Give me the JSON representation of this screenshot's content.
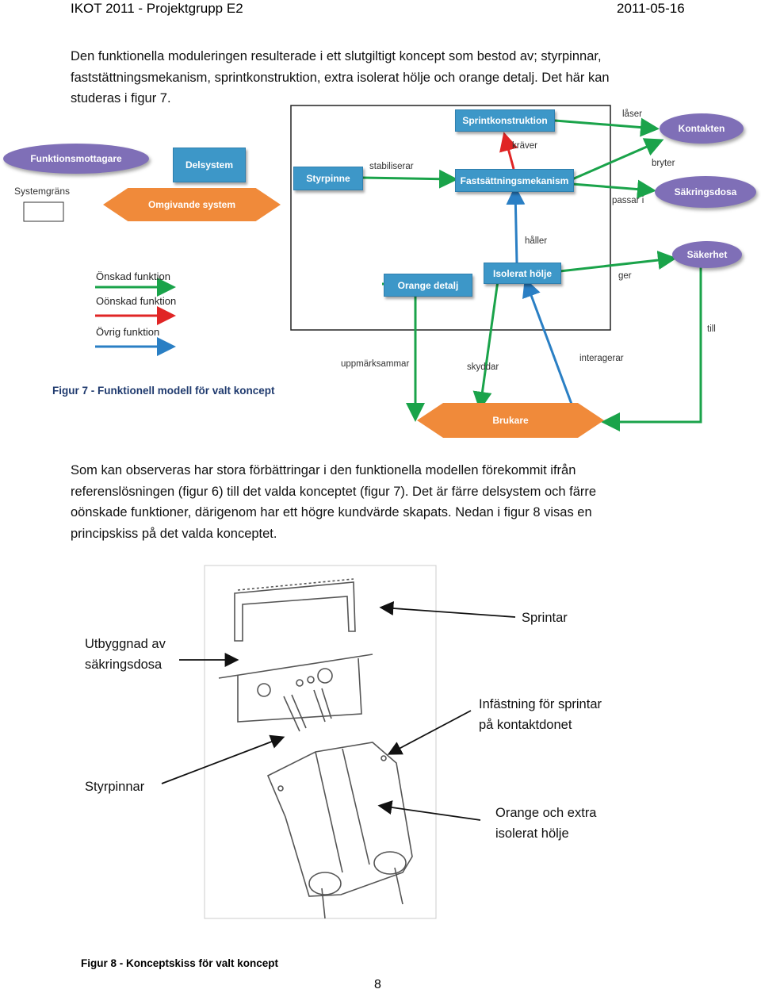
{
  "header": {
    "left": "IKOT 2011 - Projektgrupp E2",
    "right": "2011-05-16"
  },
  "intro": {
    "line1": "Den funktionella moduleringen resulterade i ett slutgiltigt koncept som bestod av; styrpinnar,",
    "line2": "faststättningsmekanism, sprintkonstruktion, extra isolerat hölje och orange detalj. Det här kan",
    "line3": "studeras i figur 7."
  },
  "diagram": {
    "legend_nodes": {
      "funktionsmottagare": "Funktionsmottagare",
      "delsystem": "Delsystem",
      "systemgrans": "Systemgräns",
      "omgivande": "Omgivande system"
    },
    "legend_arrows": {
      "onskad": "Önskad funktion",
      "oonskad": "Oönskad funktion",
      "ovrig": "Övrig funktion"
    },
    "nodes": {
      "sprintkonstruktion": "Sprintkonstruktion",
      "kontakten": "Kontakten",
      "styrpinne": "Styrpinne",
      "fastsattning": "Fastsättningsmekanism",
      "sakringsdosa": "Säkringsdosa",
      "sakerhet": "Säkerhet",
      "orange_detalj": "Orange detalj",
      "isolerat_holje": "Isolerat hölje",
      "brukare": "Brukare"
    },
    "labels": {
      "laser": "låser",
      "kraver": "kräver",
      "stabiliserar": "stabiliserar",
      "bryter": "bryter",
      "passar_i": "passar i",
      "haller": "håller",
      "ger": "ger",
      "till": "till",
      "uppmarksammar": "uppmärksammar",
      "skyddar": "skyddar",
      "interagerar": "interagerar"
    },
    "colors": {
      "green": "#1aa34a",
      "red": "#e02525",
      "blue": "#2a7fc4",
      "node_blue": "#3d97c8",
      "oval_purple": "#7f6fb7",
      "hex_orange": "#f08a3a"
    }
  },
  "figure7_caption": "Figur 7 - Funktionell modell för valt koncept",
  "body": {
    "line1": "Som kan observeras har stora förbättringar i den funktionella modellen förekommit ifrån",
    "line2": "referenslösningen (figur 6) till det valda konceptet (figur 7). Det är färre delsystem och färre",
    "line3": "oönskade funktioner, därigenom har ett högre kundvärde skapats. Nedan i figur 8 visas en",
    "line4": "principskiss på det valda konceptet."
  },
  "sketch": {
    "sprintar": "Sprintar",
    "utbyggnad_1": "Utbyggnad av",
    "utbyggnad_2": "säkringsdosa",
    "infastning_1": "Infästning för sprintar",
    "infastning_2": "på kontaktdonet",
    "styrpinnar": "Styrpinnar",
    "orange_1": "Orange och extra",
    "orange_2": "isolerat hölje"
  },
  "figure8_caption": "Figur 8 - Konceptskiss för valt koncept",
  "page_number": "8"
}
